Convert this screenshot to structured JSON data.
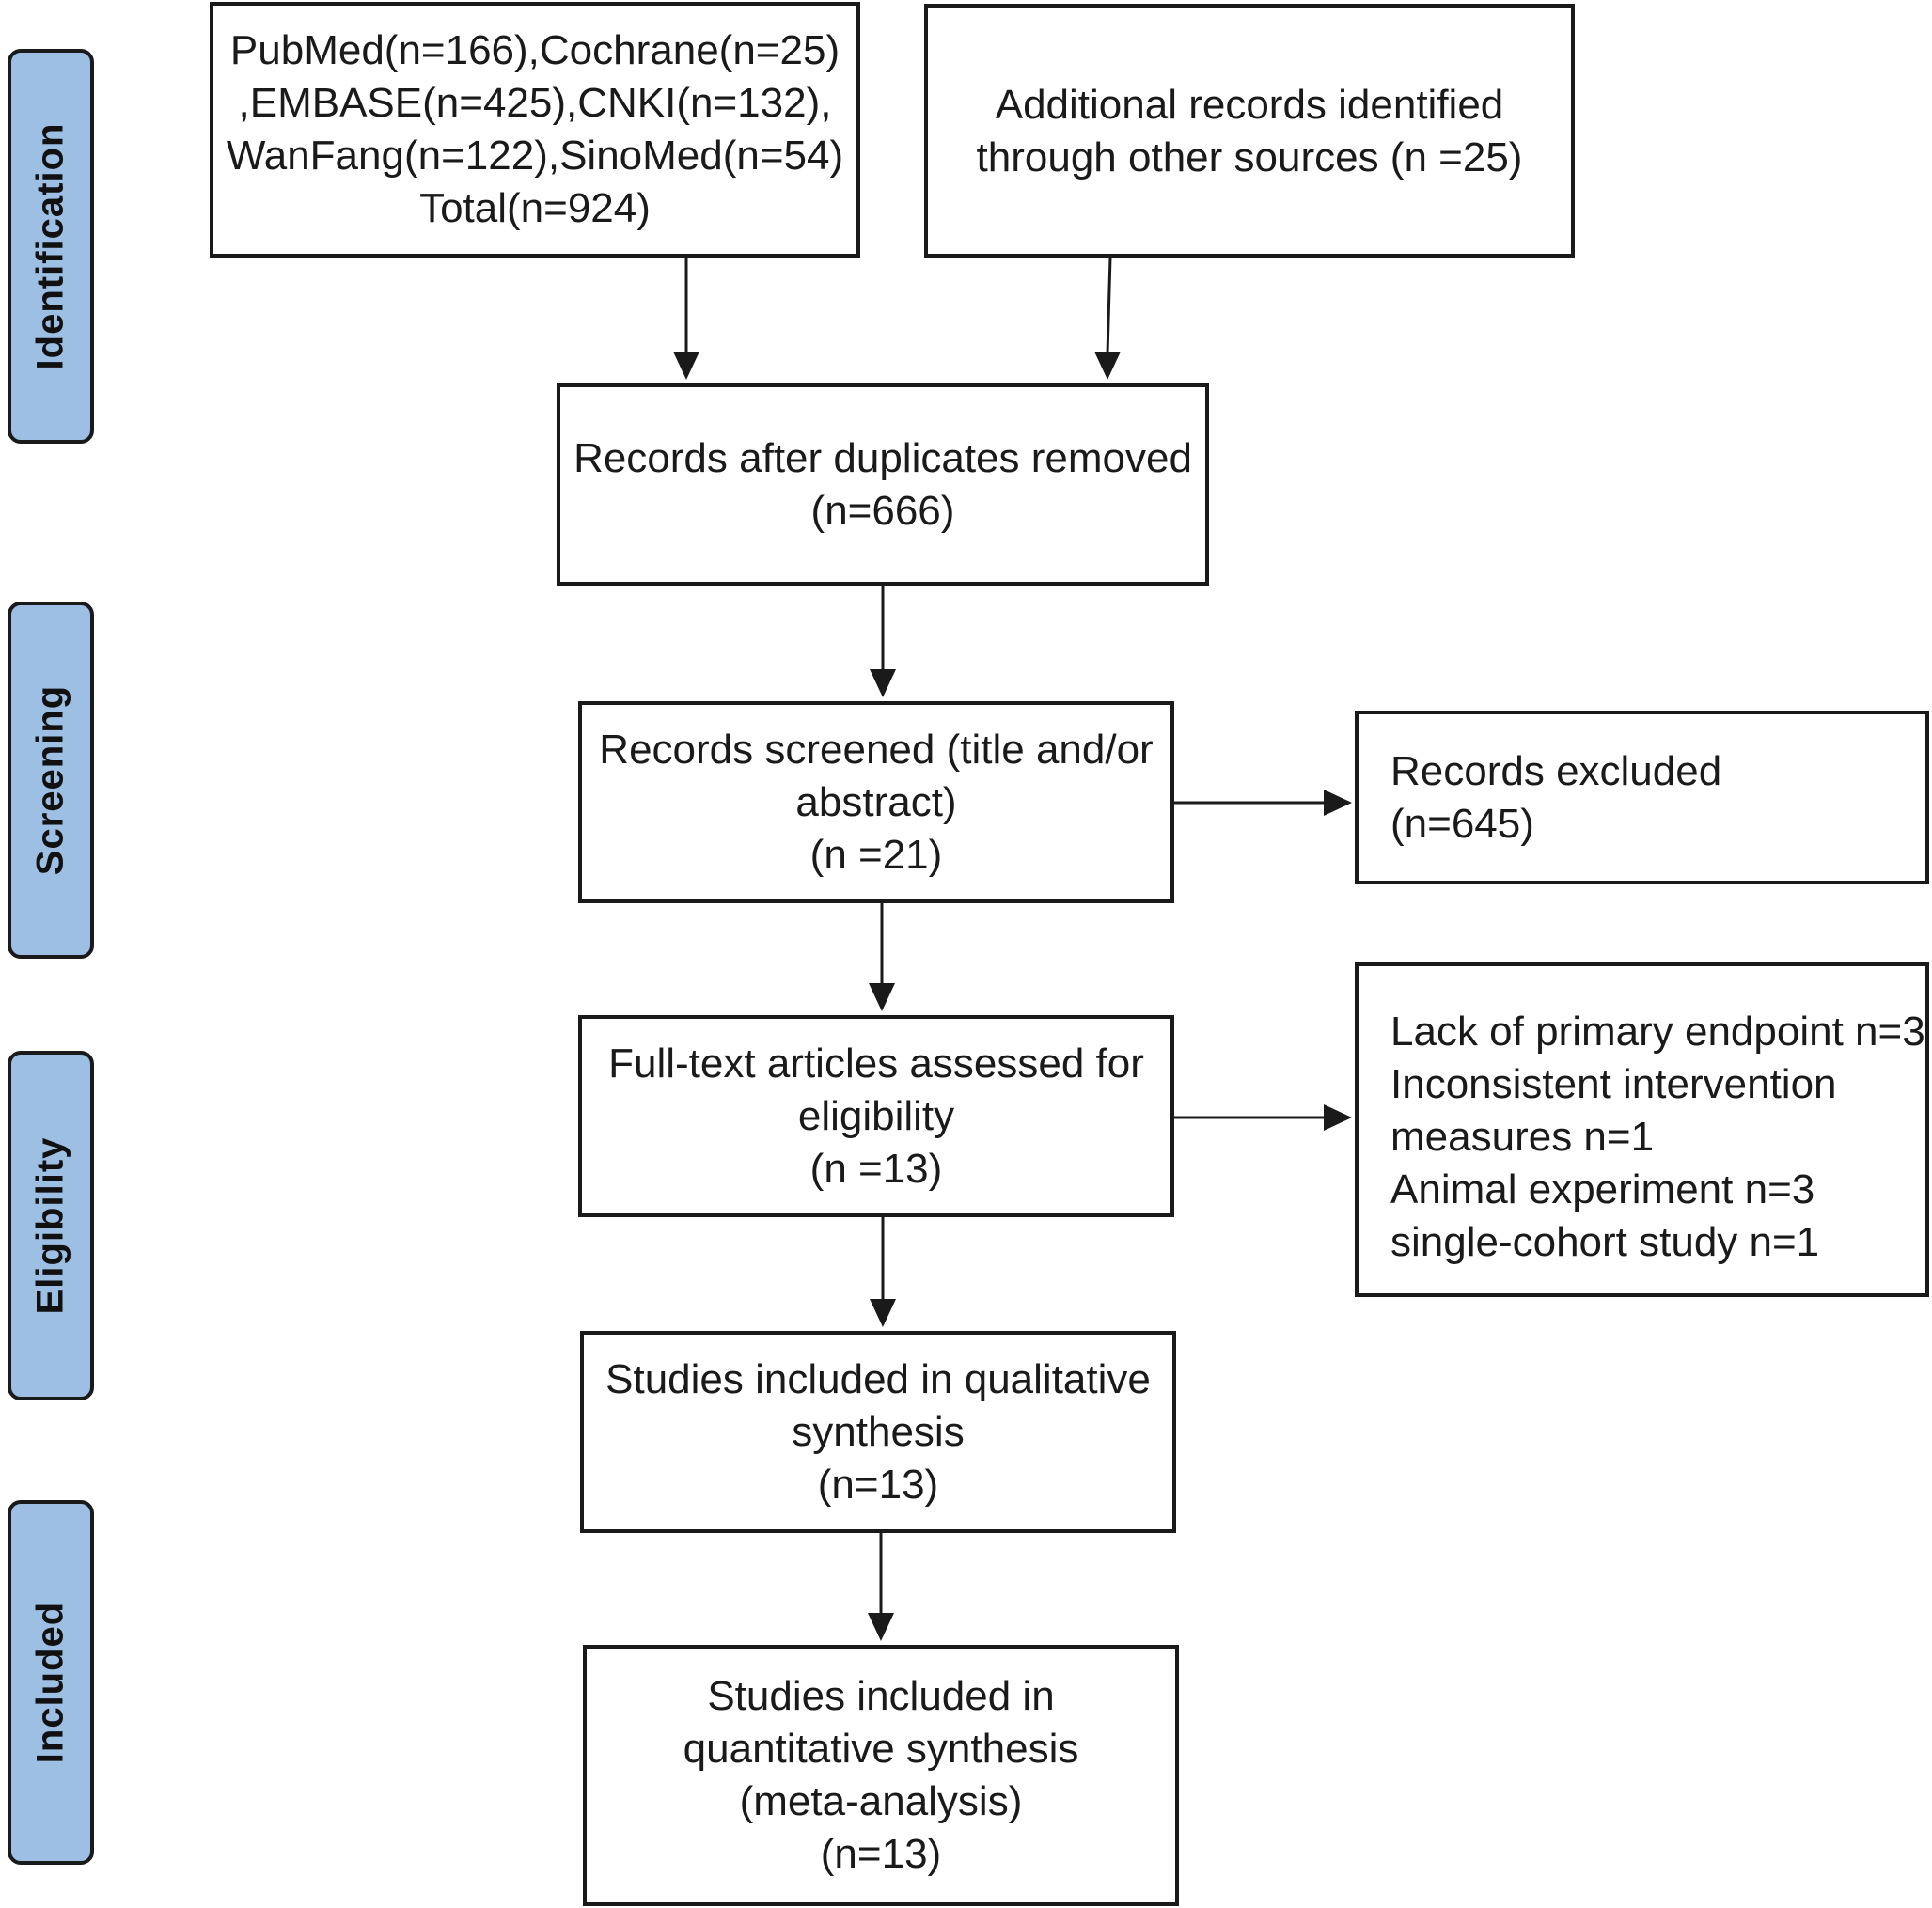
{
  "phases": {
    "identification": "Identification",
    "screening": "Screening",
    "eligibility": "Eligibility",
    "included": "Included"
  },
  "boxes": {
    "databases": {
      "lines": [
        "PubMed(n=166),Cochrane(n=25)",
        ",EMBASE(n=425),CNKI(n=132),",
        "WanFang(n=122),SinoMed(n=54)",
        "Total(n=924)"
      ]
    },
    "other_sources": {
      "lines": [
        "Additional records identified",
        "through other sources (n =25)"
      ]
    },
    "duplicates_removed": {
      "lines": [
        "Records after duplicates removed",
        "(n=666)"
      ]
    },
    "screened": {
      "lines": [
        "Records screened (title and/or",
        "abstract)",
        "(n =21)"
      ]
    },
    "excluded": {
      "lines": [
        "Records excluded",
        "(n=645)"
      ]
    },
    "fulltext": {
      "lines": [
        "Full-text articles assessed for",
        "eligibility",
        "(n =13)"
      ]
    },
    "fulltext_excluded": {
      "lines": [
        "Lack of primary endpoint n=3",
        "Inconsistent intervention",
        "measures n=1",
        "Animal experiment n=3",
        "single-cohort study n=1"
      ]
    },
    "qualitative": {
      "lines": [
        "Studies included in qualitative",
        "synthesis",
        "(n=13)"
      ]
    },
    "quantitative": {
      "lines": [
        "Studies included in",
        "quantitative synthesis",
        "(meta-analysis)",
        "(n=13)"
      ]
    }
  },
  "colors": {
    "phase_fill": "#9dbfe3",
    "stroke": "#1a1a1a"
  }
}
